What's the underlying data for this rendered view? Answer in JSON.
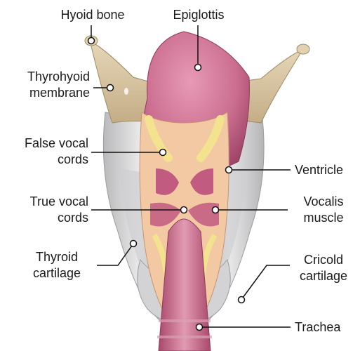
{
  "labels": {
    "hyoid_bone": "Hyoid bone",
    "epiglottis": "Epiglottis",
    "thyrohyoid_membrane": [
      "Thyrohyoid",
      "membrane"
    ],
    "false_vocal_cords": [
      "False vocal",
      "cords"
    ],
    "ventricle": "Ventricle",
    "true_vocal_cords": [
      "True vocal",
      "cords"
    ],
    "vocalis_muscle": [
      "Vocalis",
      "muscle"
    ],
    "thyroid_cartilage": [
      "Thyroid",
      "cartilage"
    ],
    "cricoid_cartilage": [
      "Cricold",
      "cartilage"
    ],
    "trachea": "Trachea"
  },
  "colors": {
    "cartilage": "#dcdcdc",
    "hyoid": "#d8c6a4",
    "epiglottis": "#c96b8c",
    "mucosa": "#f2c9a3",
    "muscle": "#c76a86",
    "ligament": "#f0e18c",
    "trachea": "#c96b86",
    "pointer": "#111111"
  }
}
